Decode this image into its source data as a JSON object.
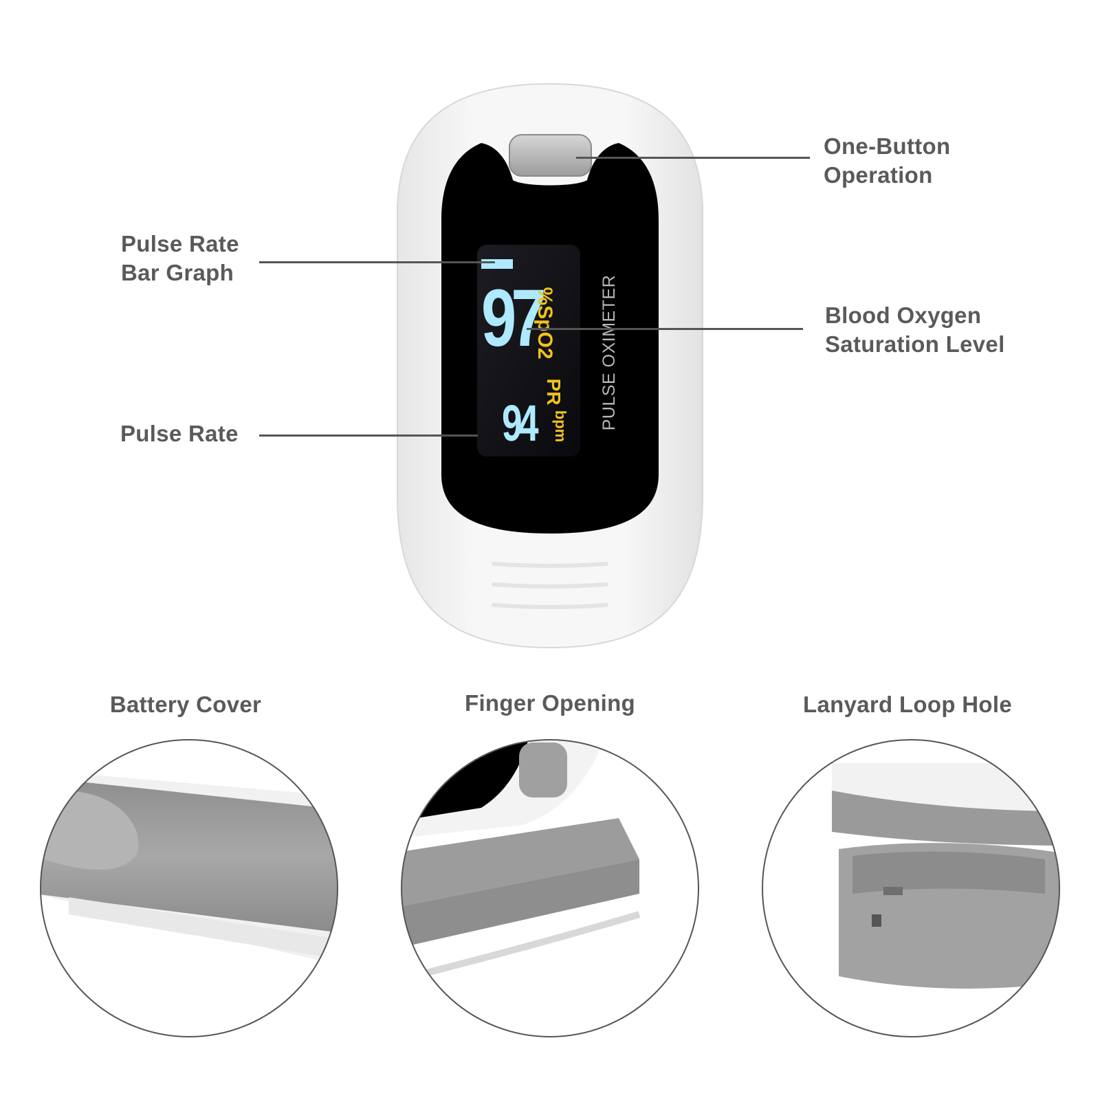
{
  "device": {
    "brand_text": "PULSE OXIMETER",
    "spo2_value": "97",
    "spo2_unit": "%SpO2",
    "pr_value": "94",
    "pr_unit_top": "PR",
    "pr_unit_bottom": "bpm"
  },
  "callouts": {
    "button": {
      "line1": "One-Button",
      "line2": "Operation"
    },
    "bar_graph": {
      "line1": "Pulse Rate",
      "line2": "Bar Graph"
    },
    "spo2": {
      "line1": "Blood Oxygen",
      "line2": "Saturation Level"
    },
    "pulse_rate": {
      "line1": "Pulse Rate"
    }
  },
  "details": [
    {
      "label": "Battery Cover"
    },
    {
      "label": "Finger Opening"
    },
    {
      "label": "Lanyard Loop Hole"
    }
  ],
  "colors": {
    "label_text": "#5a5a5a",
    "leader_line": "#555555",
    "screen_digits": "#aee9ff",
    "screen_units": "#f2c21a",
    "device_body": "#f4f4f4",
    "device_face": "#000000",
    "detail_gray": "#9a9a9a"
  }
}
